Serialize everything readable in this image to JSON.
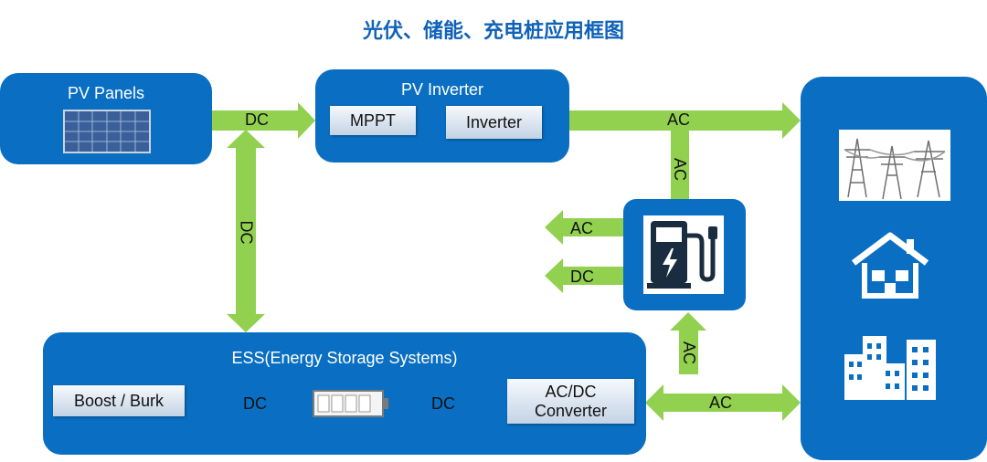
{
  "title": "光伏、储能、充电桩应用框图",
  "pv_panels": {
    "label": "PV Panels",
    "panel_icon": "solar-panel-icon"
  },
  "pv_inverter": {
    "label": "PV Inverter",
    "mppt": "MPPT",
    "inverter": "Inverter"
  },
  "ess": {
    "label": "ESS(Energy Storage Systems)",
    "boost": "Boost / Burk",
    "battery_icon": "battery-icon",
    "converter": "AC/DC Converter"
  },
  "charger": {
    "icon": "ev-charger-icon"
  },
  "grid_side": {
    "icons": [
      "power-tower-icon",
      "house-icon",
      "buildings-icon"
    ]
  },
  "links": {
    "pv_to_inverter": "DC",
    "pv_to_ess": "DC",
    "inverter_to_grid": "AC",
    "inverter_to_charger": "AC",
    "charger_ac_out": "AC",
    "charger_dc_out": "DC",
    "converter_to_charger": "AC",
    "converter_to_grid": "AC",
    "boost_to_battery": "DC",
    "battery_to_converter": "DC"
  },
  "colors": {
    "box_blue": "#0a6fc2",
    "arrow_green": "#92d050",
    "title_blue": "#0f62b8",
    "icon_dark": "#1a2d40"
  }
}
